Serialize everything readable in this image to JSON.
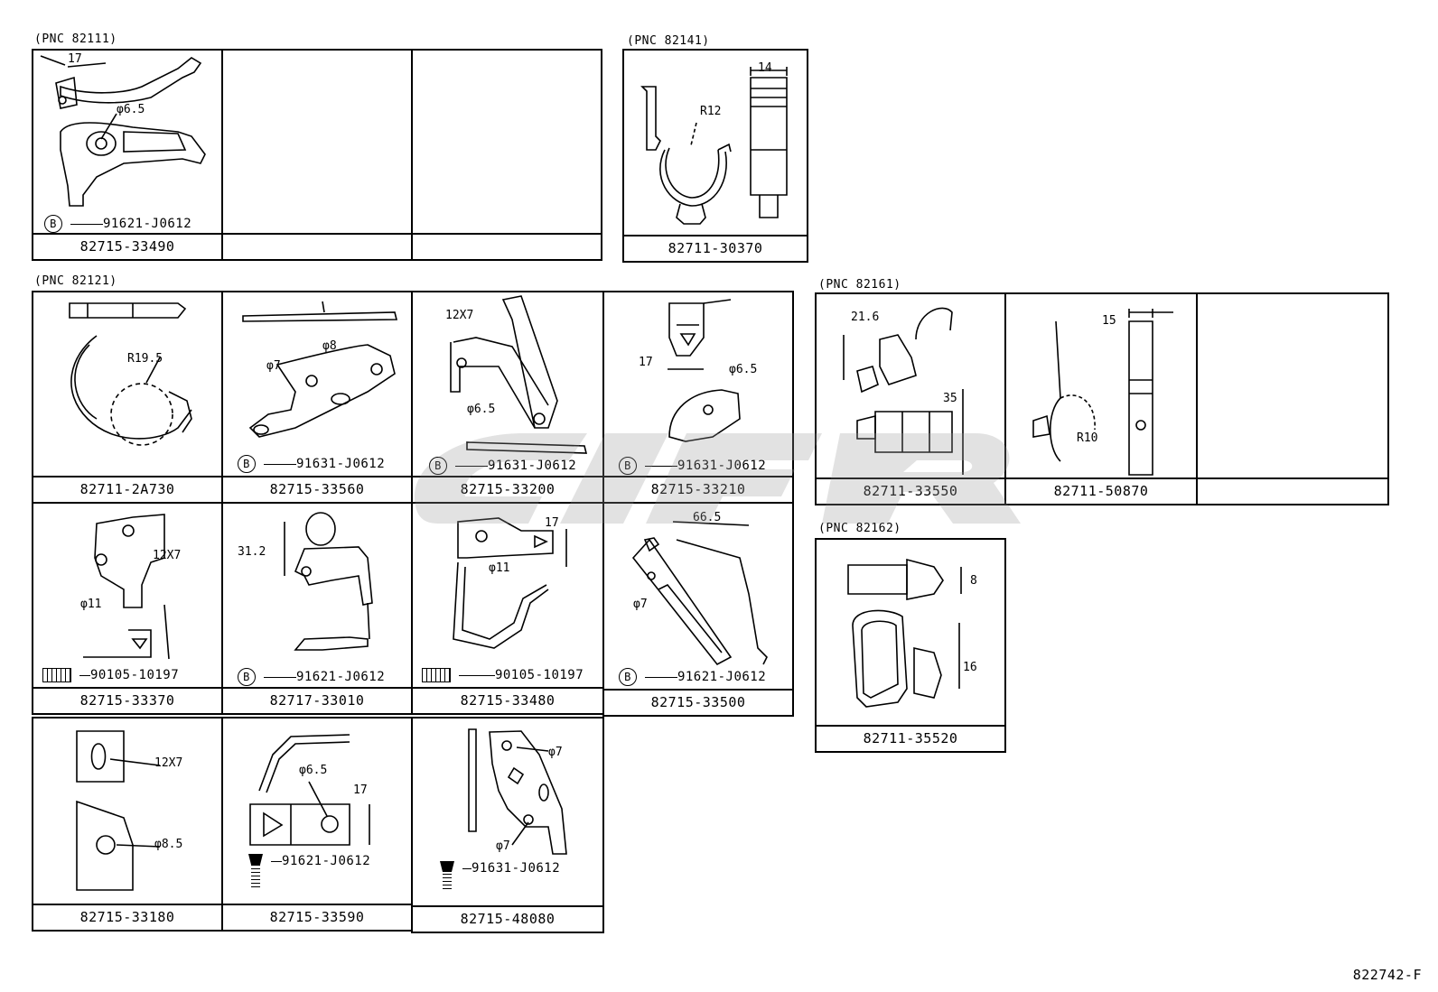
{
  "groups": [
    {
      "pnc": "(PNC 82111)"
    },
    {
      "pnc": "(PNC 82141)"
    },
    {
      "pnc": "(PNC 82121)"
    },
    {
      "pnc": "(PNC 82161)"
    },
    {
      "pnc": "(PNC 82162)"
    }
  ],
  "cells": [
    {
      "part": "82715-33490",
      "fastener": "91621-J0612",
      "fastener_icon": "b-circle-icon",
      "dims": [
        "17",
        "φ6.5"
      ]
    },
    {
      "part": "",
      "fastener": "",
      "dims": []
    },
    {
      "part": "",
      "fastener": "",
      "dims": []
    },
    {
      "part": "82711-30370",
      "fastener": "",
      "dims": [
        "14",
        "R12"
      ]
    },
    {
      "part": "82711-2A730",
      "fastener": "",
      "dims": [
        "R19.5"
      ]
    },
    {
      "part": "82715-33560",
      "fastener": "91631-J0612",
      "fastener_icon": "b-circle-icon",
      "dims": [
        "φ7",
        "φ8"
      ]
    },
    {
      "part": "82715-33200",
      "fastener": "91631-J0612",
      "fastener_icon": "b-circle-icon",
      "dims": [
        "12X7",
        "φ6.5"
      ]
    },
    {
      "part": "82715-33210",
      "fastener": "91631-J0612",
      "fastener_icon": "b-circle-icon",
      "dims": [
        "17",
        "φ6.5"
      ]
    },
    {
      "part": "82711-33550",
      "fastener": "",
      "dims": [
        "21.6",
        "35"
      ]
    },
    {
      "part": "82711-50870",
      "fastener": "",
      "dims": [
        "15",
        "R10"
      ]
    },
    {
      "part": "",
      "fastener": "",
      "dims": []
    },
    {
      "part": "82715-33370",
      "fastener": "90105-10197",
      "fastener_icon": "flange-bolt-icon",
      "dims": [
        "12X7",
        "φ11"
      ]
    },
    {
      "part": "82717-33010",
      "fastener": "91621-J0612",
      "fastener_icon": "b-circle-icon",
      "dims": [
        "31.2"
      ]
    },
    {
      "part": "82715-33480",
      "fastener": "90105-10197",
      "fastener_icon": "flange-bolt-icon",
      "dims": [
        "17",
        "φ11"
      ]
    },
    {
      "part": "82715-33500",
      "fastener": "91621-J0612",
      "fastener_icon": "b-circle-icon",
      "dims": [
        "66.5",
        "φ7"
      ]
    },
    {
      "part": "82711-35520",
      "fastener": "",
      "dims": [
        "8",
        "16"
      ]
    },
    {
      "part": "82715-33180",
      "fastener": "",
      "dims": [
        "12X7",
        "φ8.5"
      ]
    },
    {
      "part": "82715-33590",
      "fastener": "91621-J0612",
      "fastener_icon": "hex-bolt-icon",
      "dims": [
        "φ6.5",
        "17"
      ]
    },
    {
      "part": "82715-48080",
      "fastener": "91631-J0612",
      "fastener_icon": "hex-bolt-icon",
      "dims": [
        "φ7",
        "φ7"
      ]
    }
  ],
  "figure_code": "822742-F",
  "colors": {
    "ink": "#000000",
    "background": "#ffffff",
    "watermark": "#9a9a9a"
  }
}
